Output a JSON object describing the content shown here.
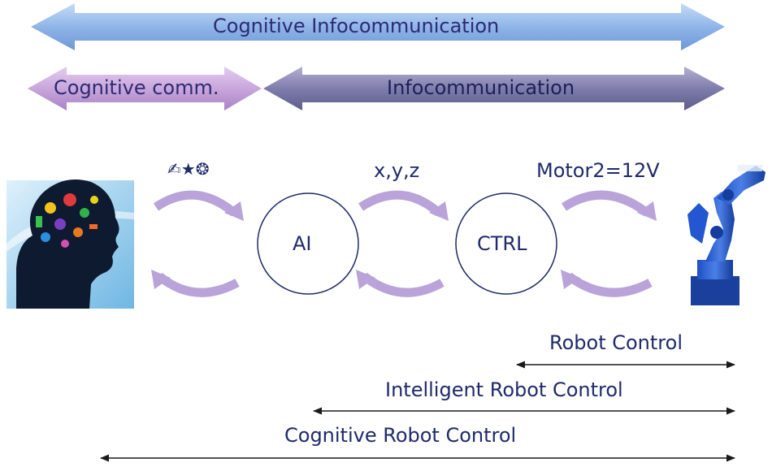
{
  "bands": {
    "top": {
      "label": "Cognitive Infocommunication",
      "color": "#8fb5e8"
    },
    "left": {
      "label": "Cognitive comm.",
      "color": "#c9a6dc"
    },
    "right": {
      "label": "Infocommunication",
      "color": "#7f7dab"
    }
  },
  "nodes": {
    "human": {
      "icon": "human-head-icon"
    },
    "ai": {
      "label": "AI"
    },
    "ctrl": {
      "label": "CTRL"
    },
    "robot": {
      "icon": "robot-arm-icon"
    }
  },
  "exchanges": {
    "human_ai": {
      "label": "✍★❂"
    },
    "ai_ctrl": {
      "label": "x,y,z"
    },
    "ctrl_robot": {
      "label": "Motor2=12V"
    }
  },
  "spans": {
    "robot_control": {
      "label": "Robot Control"
    },
    "intelligent_robot_control": {
      "label": "Intelligent Robot Control"
    },
    "cognitive_robot_control": {
      "label": "Cognitive Robot Control"
    }
  },
  "colors": {
    "cycle_arrow": "#b9a3d9",
    "text": "#1f2a6b",
    "line": "#1a1a1a"
  }
}
